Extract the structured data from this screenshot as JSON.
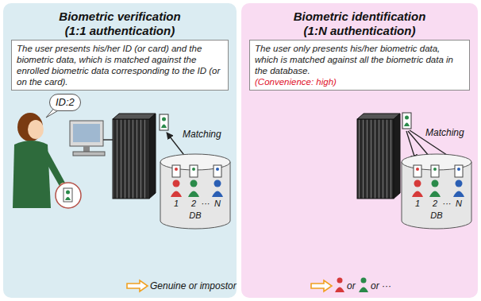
{
  "diagram": {
    "nodes": [
      {
        "text": [
          "Biometric verification",
          "(1:1 authentication)"
        ]
      },
      {
        "text": [
          "The user presents his/her ID (or card) and the biometric data, which is matched against the enrolled biometric data corresponding to the ID (or on the card)."
        ],
        "in": 0
      },
      {
        "text": [
          "ID:2"
        ],
        "in": 0
      },
      {
        "text": [
          "1",
          "2",
          "···",
          "N",
          "DB"
        ],
        "in": 0
      },
      {
        "text": [
          "Biometric identification",
          "(1:N authentication)"
        ]
      },
      {
        "text": [
          "The user only presents his/her biometric data, which is matched against all the biometric data in the database.",
          "(Convenience: high)"
        ],
        "in": 4
      },
      {
        "text": [
          "1",
          "2",
          "···",
          "N",
          "DB"
        ],
        "in": 4
      }
    ],
    "labels": [
      "Matching",
      "Genuine or impostor",
      "Matching",
      "or",
      "or ···"
    ]
  }
}
